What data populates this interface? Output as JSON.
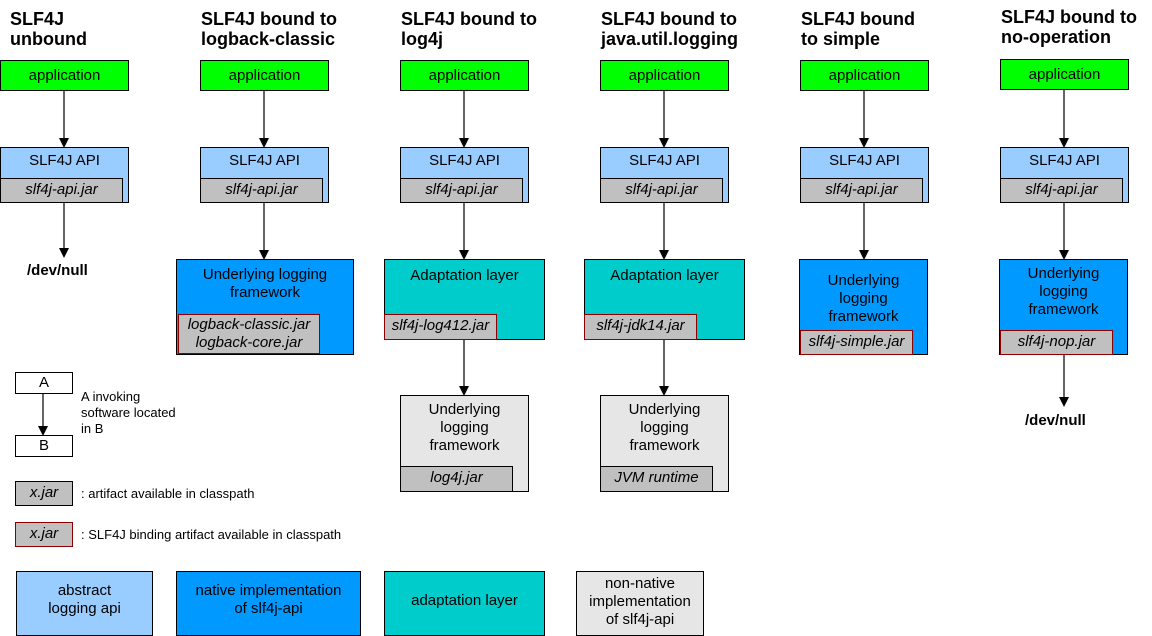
{
  "columns": [
    {
      "title": "SLF4J\nunbound",
      "application": "application",
      "api": "SLF4J API",
      "api_jar": "slf4j-api.jar",
      "end": "/dev/null"
    },
    {
      "title": "SLF4J bound to\nlogback-classic",
      "application": "application",
      "api": "SLF4J API",
      "api_jar": "slf4j-api.jar",
      "impl": "Underlying logging\nframework",
      "impl_jar": "logback-classic.jar\nlogback-core.jar"
    },
    {
      "title": "SLF4J bound to\nlog4j",
      "application": "application",
      "api": "SLF4J API",
      "api_jar": "slf4j-api.jar",
      "adapt": "Adaptation layer",
      "adapt_jar": "slf4j-log412.jar",
      "under": "Underlying\nlogging\nframework",
      "under_jar": "log4j.jar"
    },
    {
      "title": "SLF4J bound to\njava.util.logging",
      "application": "application",
      "api": "SLF4J API",
      "api_jar": "slf4j-api.jar",
      "adapt": "Adaptation layer",
      "adapt_jar": "slf4j-jdk14.jar",
      "under": "Underlying\nlogging\nframework",
      "under_jar": "JVM runtime"
    },
    {
      "title": "SLF4J bound\nto simple",
      "application": "application",
      "api": "SLF4J API",
      "api_jar": "slf4j-api.jar",
      "impl": "Underlying\nlogging\nframework",
      "impl_jar": "slf4j-simple.jar"
    },
    {
      "title": "SLF4J bound to\nno-operation",
      "application": "application",
      "api": "SLF4J API",
      "api_jar": "slf4j-api.jar",
      "impl": "Underlying\nlogging\nframework",
      "impl_jar": "slf4j-nop.jar",
      "end": "/dev/null"
    }
  ],
  "legend": {
    "a": "A",
    "b": "B",
    "invoke_text": "A invoking\nsoftware located\nin B",
    "jar_label": "x.jar",
    "jar_text": ": artifact available in classpath",
    "binding_label": "x.jar",
    "binding_text": ": SLF4J binding artifact available in classpath",
    "abstract": "abstract\nlogging api",
    "native": "native implementation\nof slf4j-api",
    "adaptation": "adaptation layer",
    "nonnative": "non-native\nimplementation\nof slf4j-api"
  },
  "colors": {
    "application": "#00ff00",
    "abstract_api": "#99ccff",
    "native_impl": "#0099ff",
    "adaptation": "#00cccc",
    "non_native": "#e6e6e6",
    "jar": "#c0c0c0",
    "binding_jar_border": "#8b0000"
  }
}
